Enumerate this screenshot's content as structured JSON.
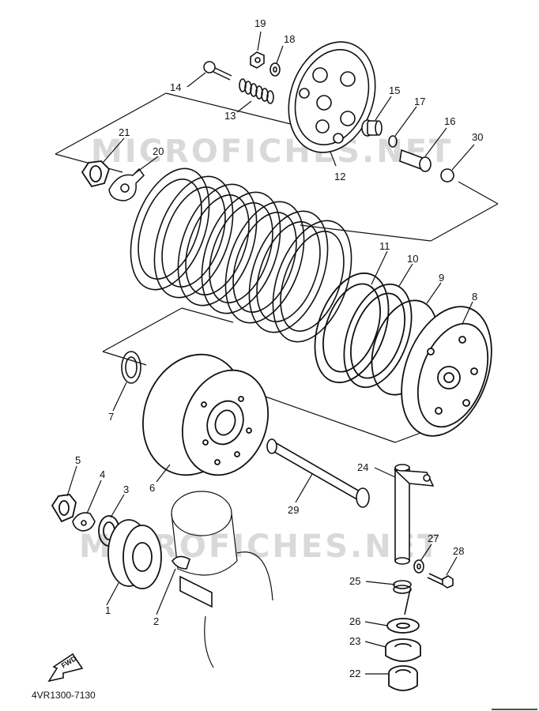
{
  "diagram": {
    "code": "4VR1300-7130",
    "fwd_label": "FWD",
    "watermark": "MICROFICHES.NET",
    "callouts": [
      "1",
      "2",
      "3",
      "4",
      "5",
      "6",
      "7",
      "8",
      "9",
      "10",
      "11",
      "12",
      "13",
      "14",
      "15",
      "16",
      "17",
      "18",
      "19",
      "20",
      "21",
      "22",
      "23",
      "24",
      "25",
      "26",
      "27",
      "28",
      "29",
      "30"
    ]
  },
  "colors": {
    "ink": "#111111",
    "watermark": "#d9d9d9",
    "background": "#ffffff"
  }
}
